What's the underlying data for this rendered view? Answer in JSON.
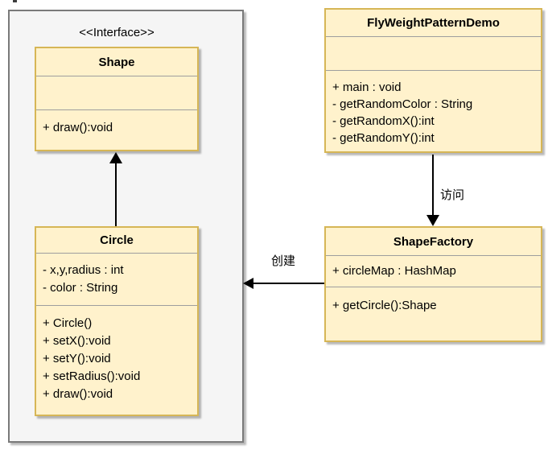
{
  "package": {
    "stereotype": "<<Interface>>"
  },
  "classes": {
    "shape": {
      "name": "Shape",
      "attributes": [],
      "methods": [
        "+ draw():void"
      ]
    },
    "circle": {
      "name": "Circle",
      "attributes": [
        "- x,y,radius : int",
        "- color : String"
      ],
      "methods": [
        "+ Circle()",
        "+ setX():void",
        "+ setY():void",
        "+ setRadius():void",
        "+ draw():void"
      ]
    },
    "flyweight_pattern_demo": {
      "name": "FlyWeightPatternDemo",
      "attributes": [],
      "methods": [
        "+ main : void",
        "- getRandomColor : String",
        "- getRandomX():int",
        "- getRandomY():int"
      ]
    },
    "shape_factory": {
      "name": "ShapeFactory",
      "attributes": [
        "+ circleMap : HashMap"
      ],
      "methods": [
        "+ getCircle():Shape"
      ]
    }
  },
  "relations": {
    "realization": {
      "from": "Circle",
      "to": "Shape",
      "label": ""
    },
    "access": {
      "from": "FlyWeightPatternDemo",
      "to": "ShapeFactory",
      "label": "访问"
    },
    "create": {
      "from": "ShapeFactory",
      "to": "Circle",
      "label": "创建"
    }
  },
  "colors": {
    "class_fill": "#FFF2CC",
    "class_border": "#D6B656",
    "package_fill": "#F5F5F5",
    "package_border": "#7A7A7A",
    "divider": "#9E9E9E",
    "arrow": "#000000",
    "text": "#000000",
    "background": "#FFFFFF"
  }
}
